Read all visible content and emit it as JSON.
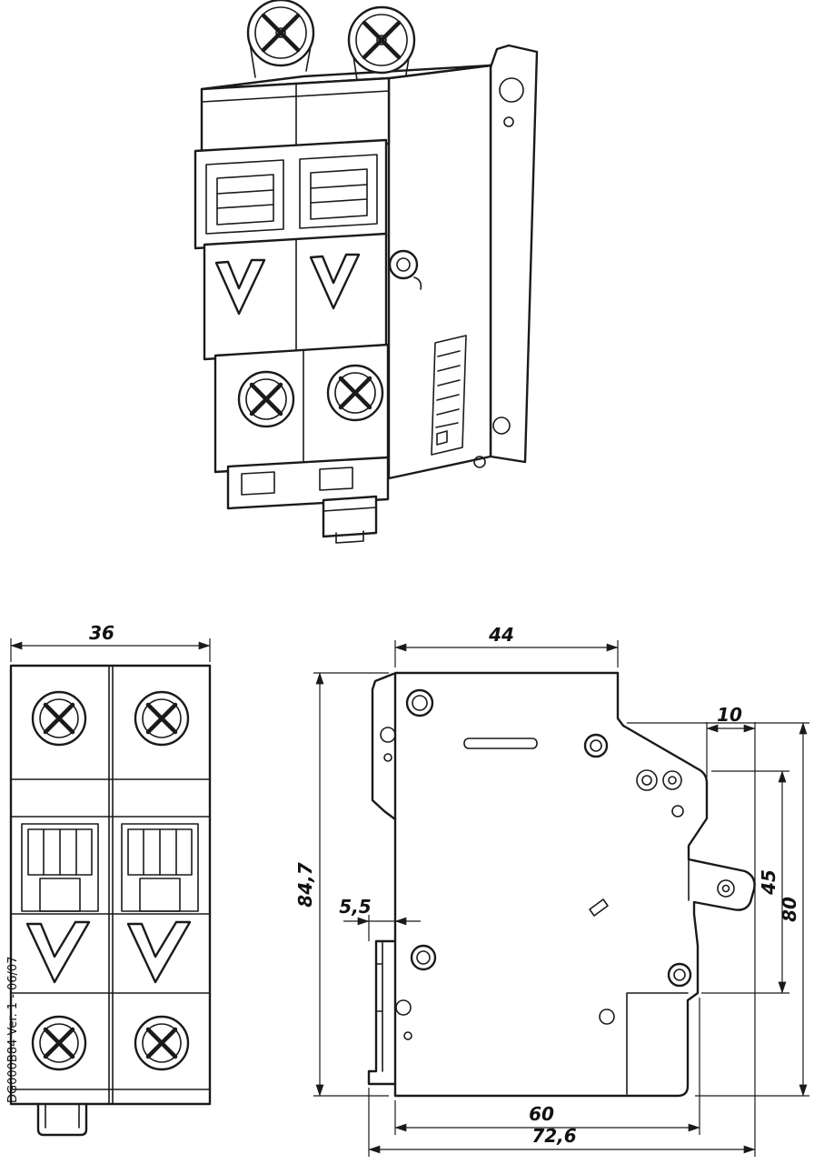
{
  "page": {
    "background": "#ffffff",
    "line_color": "#1a1a1a",
    "description": "Technical dimension drawing of a 2-pole DIN-rail circuit breaker: isometric view, front view, side view"
  },
  "doc_code": "DG000B84 Ver. 1 - 06/07",
  "dimensions": {
    "front_width": "36",
    "top_depth": "44",
    "handle_protrusion": "10",
    "overall_height": "84,7",
    "rail_clip_offset": "5,5",
    "inner_height": "45",
    "front_height": "80",
    "base_depth": "60",
    "overall_depth": "72,6"
  }
}
